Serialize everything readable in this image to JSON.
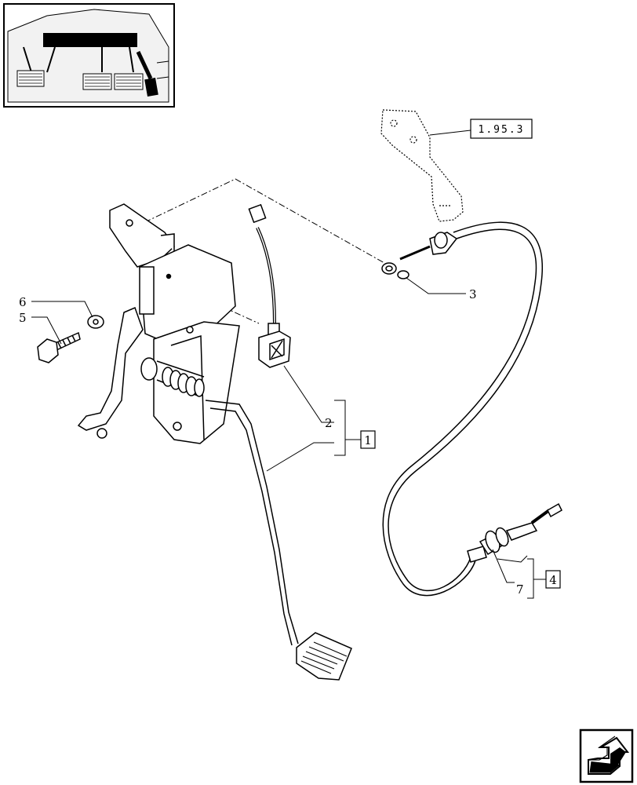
{
  "callouts": {
    "ref_bracket": "1.95.3",
    "part_1": "1",
    "part_2": "2",
    "part_3": "3",
    "part_4": "4",
    "part_5": "5",
    "part_6": "6",
    "part_7": "7"
  },
  "icons": {
    "nav": "next-page-arrow-icon",
    "thumbnail": "pedal-location-thumbnail"
  }
}
